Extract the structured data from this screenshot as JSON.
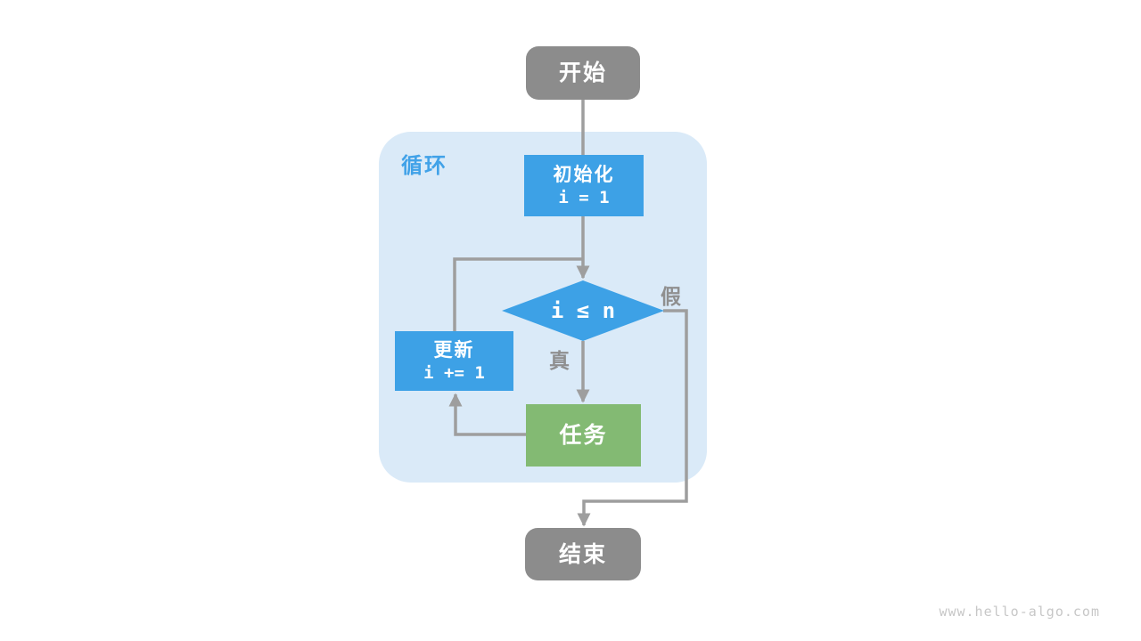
{
  "diagram": {
    "loop_label": "循环",
    "nodes": {
      "start": {
        "label": "开始"
      },
      "init": {
        "line1": "初始化",
        "line2": "i = 1"
      },
      "condition": {
        "label": "i ≤ n"
      },
      "update": {
        "line1": "更新",
        "line2": "i += 1"
      },
      "task": {
        "label": "任务"
      },
      "end": {
        "label": "结束"
      }
    },
    "edge_labels": {
      "true_branch": "真",
      "false_branch": "假"
    }
  },
  "watermark": "www.hello-algo.com",
  "colors": {
    "blue": "#3da1e6",
    "green": "#83ba73",
    "gray": "#8c8c8c",
    "gray-label": "#8f8f8f",
    "container": "#daeaf8",
    "line": "#9e9e9e",
    "accent": "#41a2e8"
  }
}
